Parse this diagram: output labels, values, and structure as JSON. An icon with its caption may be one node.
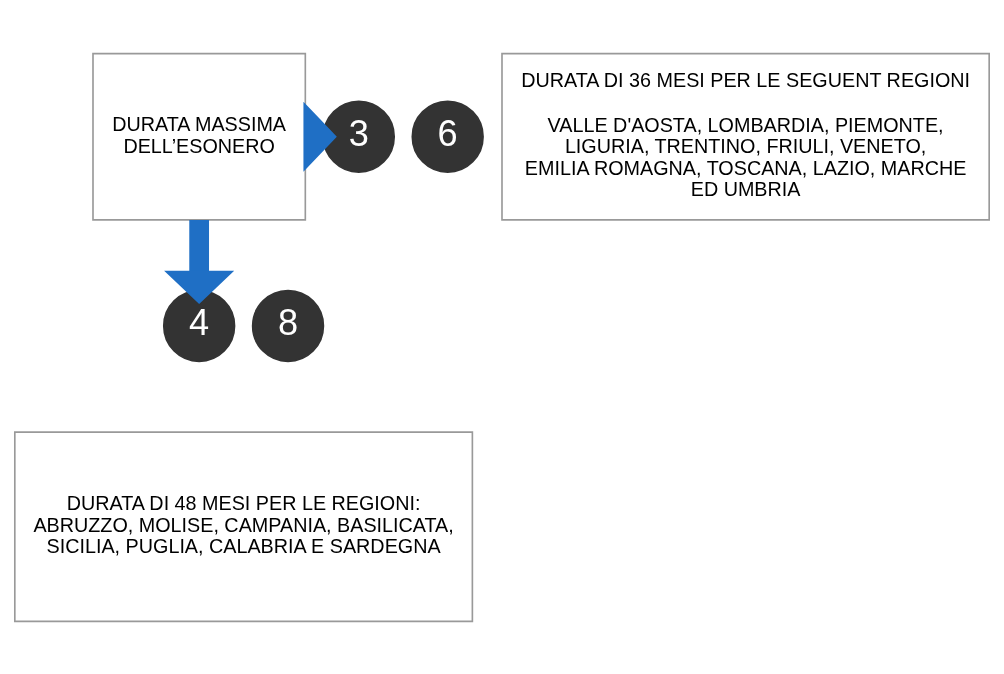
{
  "diagram": {
    "nodes": [
      {
        "text": [
          "DURATA MASSIMA DELL’ESONERO"
        ]
      },
      {
        "text": [
          "3"
        ]
      },
      {
        "text": [
          "6"
        ]
      },
      {
        "text": [
          "DURATA DI 36 MESI PER LE SEGUENT REGIONI",
          "VALLE D'AOSTA, LOMBARDIA, PIEMONTE, LIGURIA, TRENTINO, FRIULI, VENETO, EMILIA ROMAGNA, TOSCANA, LAZIO, MARCHE ED UMBRIA"
        ]
      },
      {
        "text": [
          "4"
        ]
      },
      {
        "text": [
          "8"
        ]
      },
      {
        "text": [
          "DURATA DI 48 MESI PER LE REGIONI: ABRUZZO, MOLISE, CAMPANIA, BASILICATA, SICILIA, PUGLIA, CALABRIA E SARDEGNA"
        ]
      }
    ],
    "edges": [
      {
        "from": 0,
        "to": 1,
        "arrow": "to"
      },
      {
        "from": 0,
        "to": 4,
        "arrow": "to"
      }
    ]
  }
}
